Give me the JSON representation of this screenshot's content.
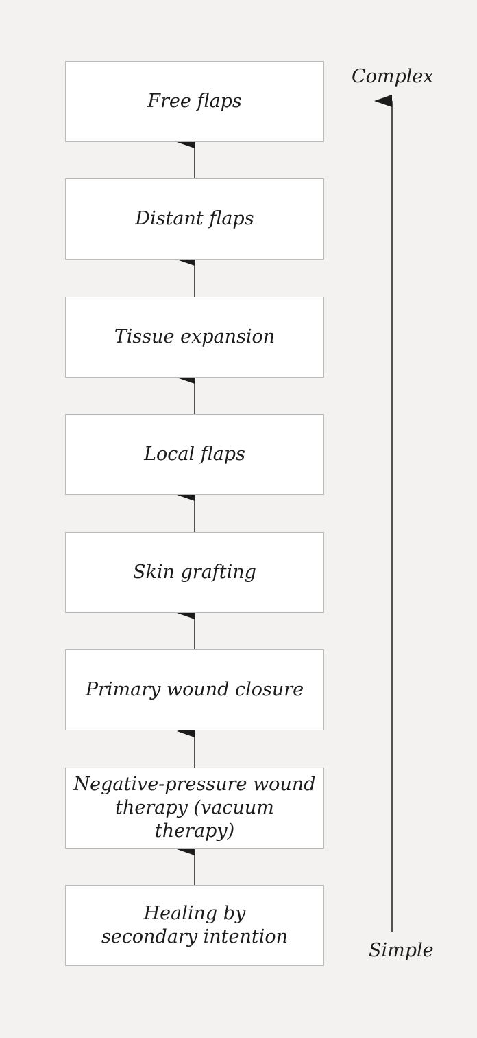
{
  "steps": [
    {
      "label": "Free flaps"
    },
    {
      "label": "Distant flaps"
    },
    {
      "label": "Tissue expansion"
    },
    {
      "label": "Local flaps"
    },
    {
      "label": "Skin grafting"
    },
    {
      "label": "Primary wound closure"
    },
    {
      "label_line1": "Negative-pressure wound",
      "label_line2": "therapy (vacuum therapy)"
    },
    {
      "label_line1": "Healing by",
      "label_line2": "secondary intention"
    }
  ],
  "scale": {
    "top_label": "Complex",
    "bottom_label": "Simple"
  },
  "colors": {
    "background": "#f3f2f0",
    "box_fill": "#ffffff",
    "box_border": "#b9b9b9",
    "arrow": "#1c1c1c"
  }
}
